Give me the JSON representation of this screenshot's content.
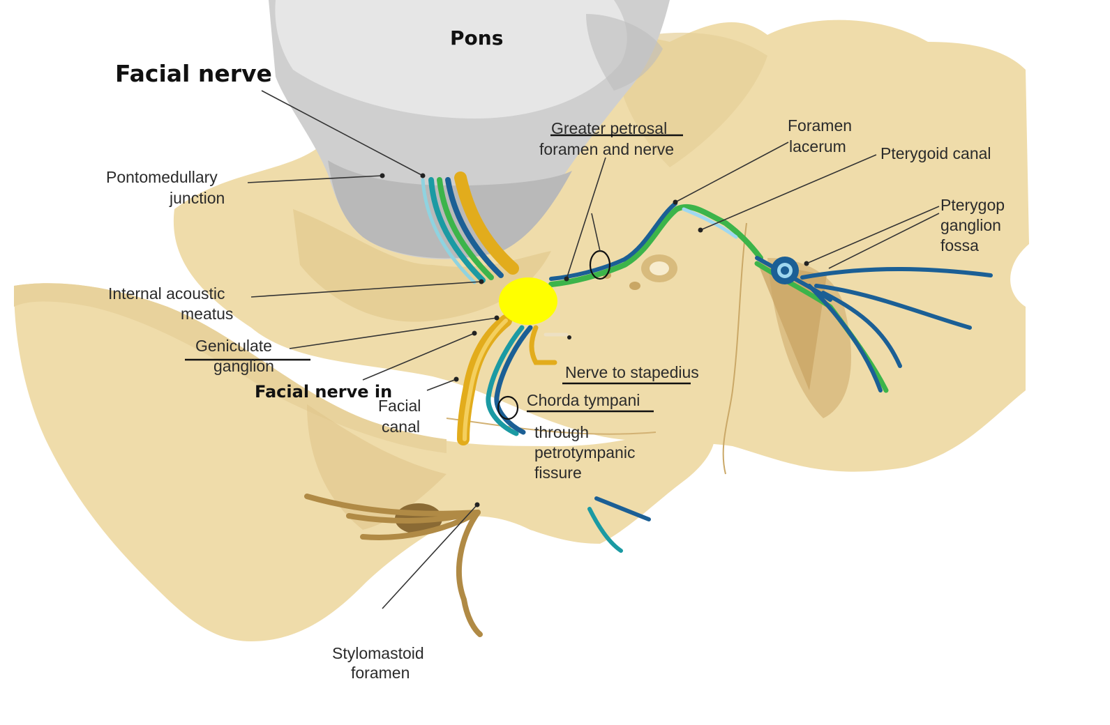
{
  "diagram": {
    "colors": {
      "bone": "#efdcaa",
      "bone_shadow": "#d9bd7e",
      "pons": "#d9d9d9",
      "nerve_gold": "#e2ac1c",
      "nerve_blue": "#1b5f95",
      "nerve_teal": "#1b9aa3",
      "nerve_green": "#3cb44a",
      "nerve_lightgreen": "#7fd69a",
      "ganglion": "#ffff00",
      "branch_brown": "#b08a45"
    },
    "labels": {
      "pons": "Pons",
      "facial_nerve": "Facial nerve",
      "pontomedullary_1": "Pontomedullary",
      "pontomedullary_2": "junction",
      "iam_1": "Internal acoustic",
      "iam_2": "meatus",
      "geniculate_1": "Geniculate",
      "geniculate_2": "ganglion",
      "facial_nerve_in": "Facial nerve in",
      "facial_canal_1": "Facial",
      "facial_canal_2": "canal",
      "gpn_1": "Greater petrosal",
      "gpn_2": "foramen and nerve",
      "lacerum_1": "Foramen",
      "lacerum_2": "lacerum",
      "pterygoid_canal": "Pterygoid canal",
      "pterygop_1": "Pterygop",
      "pterygop_2": "ganglion",
      "pterygop_3": "fossa",
      "stapedius": "Nerve to stapedius",
      "chorda": "Chorda tympani",
      "petro_1": "through",
      "petro_2": "petrotympanic",
      "petro_3": "fissure",
      "stylomastoid_1": "Stylomastoid",
      "stylomastoid_2": "foramen"
    }
  }
}
